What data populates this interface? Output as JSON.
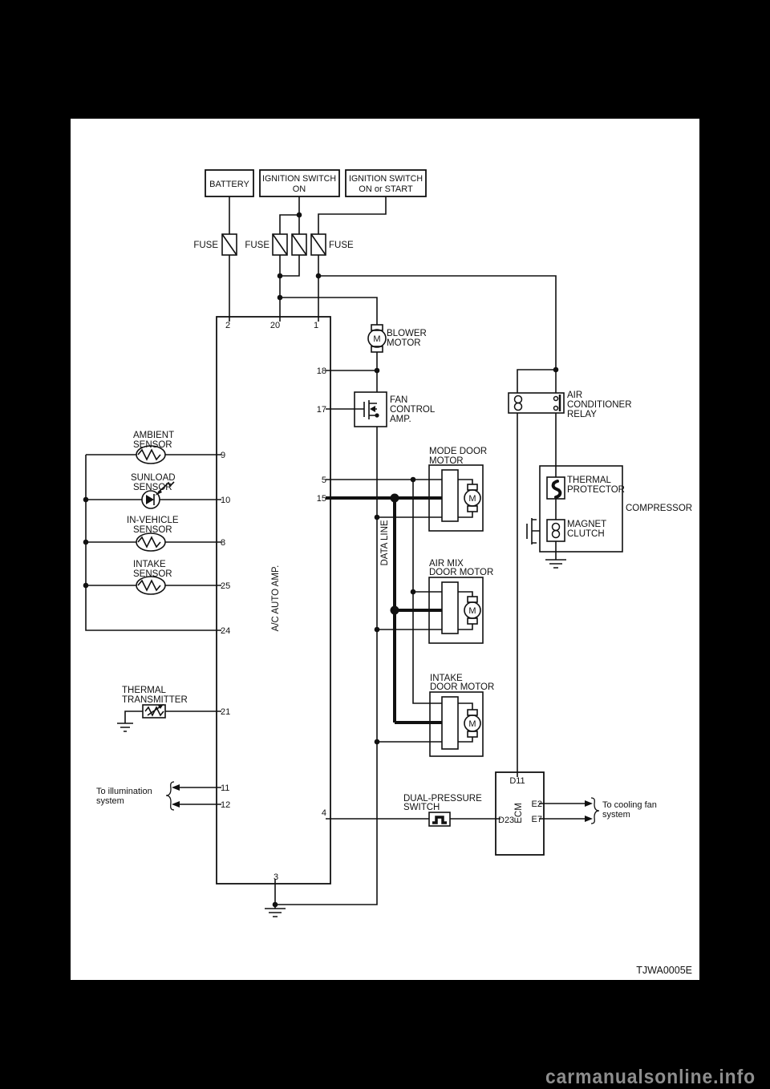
{
  "colors": {
    "background": "#000000",
    "paper": "#ffffff",
    "ink": "#111111",
    "watermark": "#8e8e8e"
  },
  "title_boxes": {
    "battery": "BATTERY",
    "ignition_on": [
      "IGNITION SWITCH",
      "ON"
    ],
    "ignition_on_start": [
      "IGNITION SWITCH",
      "ON or START"
    ]
  },
  "fuses": [
    "FUSE",
    "FUSE",
    "FUSE"
  ],
  "amp": {
    "label": "A/C AUTO AMP.",
    "pins": {
      "top": [
        "2",
        "20",
        "1"
      ],
      "right": [
        "18",
        "17",
        "5",
        "15",
        "4"
      ],
      "left": [
        "9",
        "10",
        "8",
        "25",
        "24",
        "21",
        "11",
        "12"
      ],
      "bottom": [
        "3"
      ]
    }
  },
  "components": {
    "blower_motor": [
      "BLOWER",
      "MOTOR"
    ],
    "fan_control_amp": [
      "FAN",
      "CONTROL",
      "AMP."
    ],
    "ac_relay": [
      "AIR",
      "CONDITIONER",
      "RELAY"
    ],
    "mode_door_motor": [
      "MODE DOOR",
      "MOTOR"
    ],
    "air_mix_door_motor": [
      "AIR MIX",
      "DOOR MOTOR"
    ],
    "intake_door_motor": [
      "INTAKE",
      "DOOR MOTOR"
    ],
    "thermal_protector": [
      "THERMAL",
      "PROTECTOR"
    ],
    "magnet_clutch": [
      "MAGNET",
      "CLUTCH"
    ],
    "compressor": "COMPRESSOR",
    "dual_pressure_switch": [
      "DUAL-PRESSURE",
      "SWITCH"
    ],
    "data_line": "DATA LINE",
    "motor_letter": "M"
  },
  "sensors": {
    "ambient": [
      "AMBIENT",
      "SENSOR"
    ],
    "sunload": [
      "SUNLOAD",
      "SENSOR"
    ],
    "in_vehicle": [
      "IN-VEHICLE",
      "SENSOR"
    ],
    "intake": [
      "INTAKE",
      "SENSOR"
    ],
    "thermal_transmitter": [
      "THERMAL",
      "TRANSMITTER"
    ]
  },
  "ecm": {
    "name": "ECM",
    "d11": "D11",
    "d23": "D23",
    "e2": "E2",
    "e7": "E7"
  },
  "annotations": {
    "to_illumination": [
      "To illumination",
      "system"
    ],
    "to_cooling_fan": [
      "To cooling fan",
      "system"
    ]
  },
  "figure_code": "TJWA0005E",
  "watermark": "carmanualsonline.info"
}
